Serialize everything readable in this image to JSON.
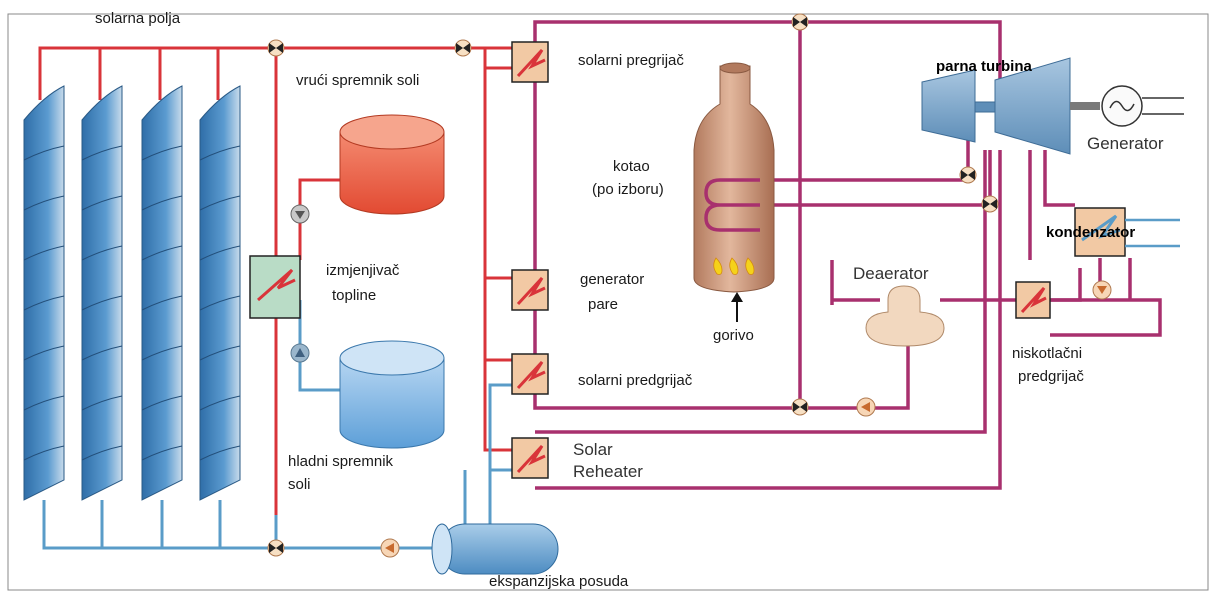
{
  "labels": {
    "solar_fields": "solarna polja",
    "hot_salt_tank": "vrući spremnik soli",
    "heat_exchanger_line1": "izmjenjivač",
    "heat_exchanger_line2": "topline",
    "cold_salt_tank_line1": "hladni spremnik",
    "cold_salt_tank_line2": "soli",
    "solar_superheater": "solarni pregrijač",
    "boiler_line1": "kotao",
    "boiler_line2": "(po izboru)",
    "steam_generator_line1": "generator",
    "steam_generator_line2": "pare",
    "fuel": "gorivo",
    "solar_preheater": "solarni predgrijač",
    "solar_reheater_line1": "Solar",
    "solar_reheater_line2": "Reheater",
    "steam_turbine": "parna turbina",
    "generator": "Generator",
    "condenser": "kondenzator",
    "deaerator": "Deaerator",
    "low_pressure_preheater_line1": "niskotlačni",
    "low_pressure_preheater_line2": "predgrijač",
    "expansion_vessel": "ekspanzijska posuda"
  },
  "colors": {
    "hot_line": "#d9343a",
    "cold_line": "#5a9cc8",
    "steam_line": "#a8306e",
    "hot_tank": "#e8533a",
    "cold_tank": "#6aa8dc",
    "collector": "#3f7fb8",
    "boiler": "#c89478",
    "heat_exchanger_box": "#b9dcc6",
    "turbine": "#7fa9cc",
    "deaerator": "#f2d8bf",
    "valve": "#f7e0c4"
  }
}
